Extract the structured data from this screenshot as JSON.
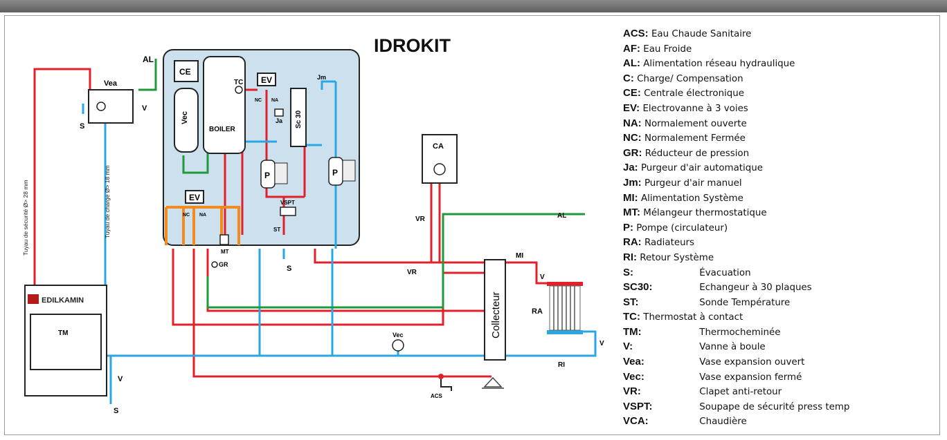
{
  "title": "IDROKIT",
  "brand": "EDILKAMIN",
  "colors": {
    "hot": "#e0202a",
    "cold": "#2aa7e0",
    "green": "#1f9a3a",
    "orange": "#f28a1e",
    "panel": "#cde0ee"
  },
  "labels": {
    "al_top": "AL",
    "vea": "Vea",
    "v_top": "V",
    "s_top": "S",
    "ce": "CE",
    "vec_box": "Vec",
    "boiler": "BOILER",
    "tc": "TC",
    "ev_top": "EV",
    "nc_top": "NC",
    "na_top": "NA",
    "ja": "Ja",
    "jm": "Jm",
    "sc30": "Sc 30",
    "p_left": "P",
    "p_right": "P",
    "vspt": "VSPT",
    "st": "ST",
    "ev_bottom": "EV",
    "nc_bottom": "NC",
    "na_bottom": "NA",
    "mt": "MT",
    "gr": "GR",
    "s_mid": "S",
    "ca": "CA",
    "vr_ca": "VR",
    "al_right": "AL",
    "vr_main": "VR",
    "mi": "MI",
    "v_mi": "V",
    "collecteur": "Collecteur",
    "ra": "RA",
    "v_ri": "V",
    "ri": "RI",
    "vec_small": "Vec",
    "acs": "ACS",
    "tm": "TM",
    "v_tm": "V",
    "s_bottom": "S",
    "pipe_safety": "Tuyau de sécurité Ø> 28 mm",
    "pipe_charge": "Tuyau de charge Ø> 18 mm"
  },
  "legend": [
    {
      "code": "ACS:",
      "text": "Eau Chaude Sanitaire",
      "wide": false
    },
    {
      "code": "AF:",
      "text": "Eau Froide",
      "wide": false
    },
    {
      "code": "AL:",
      "text": "Alimentation réseau hydraulique",
      "wide": false
    },
    {
      "code": "C:",
      "text": "Charge/ Compensation",
      "wide": false
    },
    {
      "code": "CE:",
      "text": "Centrale électronique",
      "wide": false
    },
    {
      "code": "EV:",
      "text": "Electrovanne à 3 voies",
      "wide": false
    },
    {
      "code": "NA:",
      "text": "Normalement ouverte",
      "wide": false
    },
    {
      "code": "NC:",
      "text": "Normalement Fermée",
      "wide": false
    },
    {
      "code": "GR:",
      "text": "Réducteur de pression",
      "wide": false
    },
    {
      "code": "Ja:",
      "text": "Purgeur d'air automatique",
      "wide": false
    },
    {
      "code": "Jm:",
      "text": "Purgeur d'air manuel",
      "wide": false
    },
    {
      "code": "MI:",
      "text": "Alimentation Système",
      "wide": false
    },
    {
      "code": "MT:",
      "text": "Mélangeur thermostatique",
      "wide": false
    },
    {
      "code": "P:",
      "text": "Pompe (circulateur)",
      "wide": false
    },
    {
      "code": "RA:",
      "text": "Radiateurs",
      "wide": false
    },
    {
      "code": "RI:",
      "text": "Retour Système",
      "wide": false
    },
    {
      "code": "S:",
      "text": "Évacuation",
      "wide": true
    },
    {
      "code": "SC30:",
      "text": "Echangeur à 30 plaques",
      "wide": true
    },
    {
      "code": "ST:",
      "text": "Sonde Température",
      "wide": true
    },
    {
      "code": "TC:",
      "text": "Thermostat à contact",
      "wide": false
    },
    {
      "code": "TM:",
      "text": "Thermocheminée",
      "wide": true
    },
    {
      "code": "V:",
      "text": "Vanne à boule",
      "wide": true
    },
    {
      "code": "Vea:",
      "text": "Vase expansion ouvert",
      "wide": true
    },
    {
      "code": "Vec:",
      "text": "Vase expansion fermé",
      "wide": true
    },
    {
      "code": "VR:",
      "text": "Clapet anti-retour",
      "wide": true
    },
    {
      "code": "VSPT:",
      "text": "Soupape de sécurité press temp",
      "wide": true
    },
    {
      "code": "VCA:",
      "text": "Chaudière",
      "wide": true
    }
  ]
}
